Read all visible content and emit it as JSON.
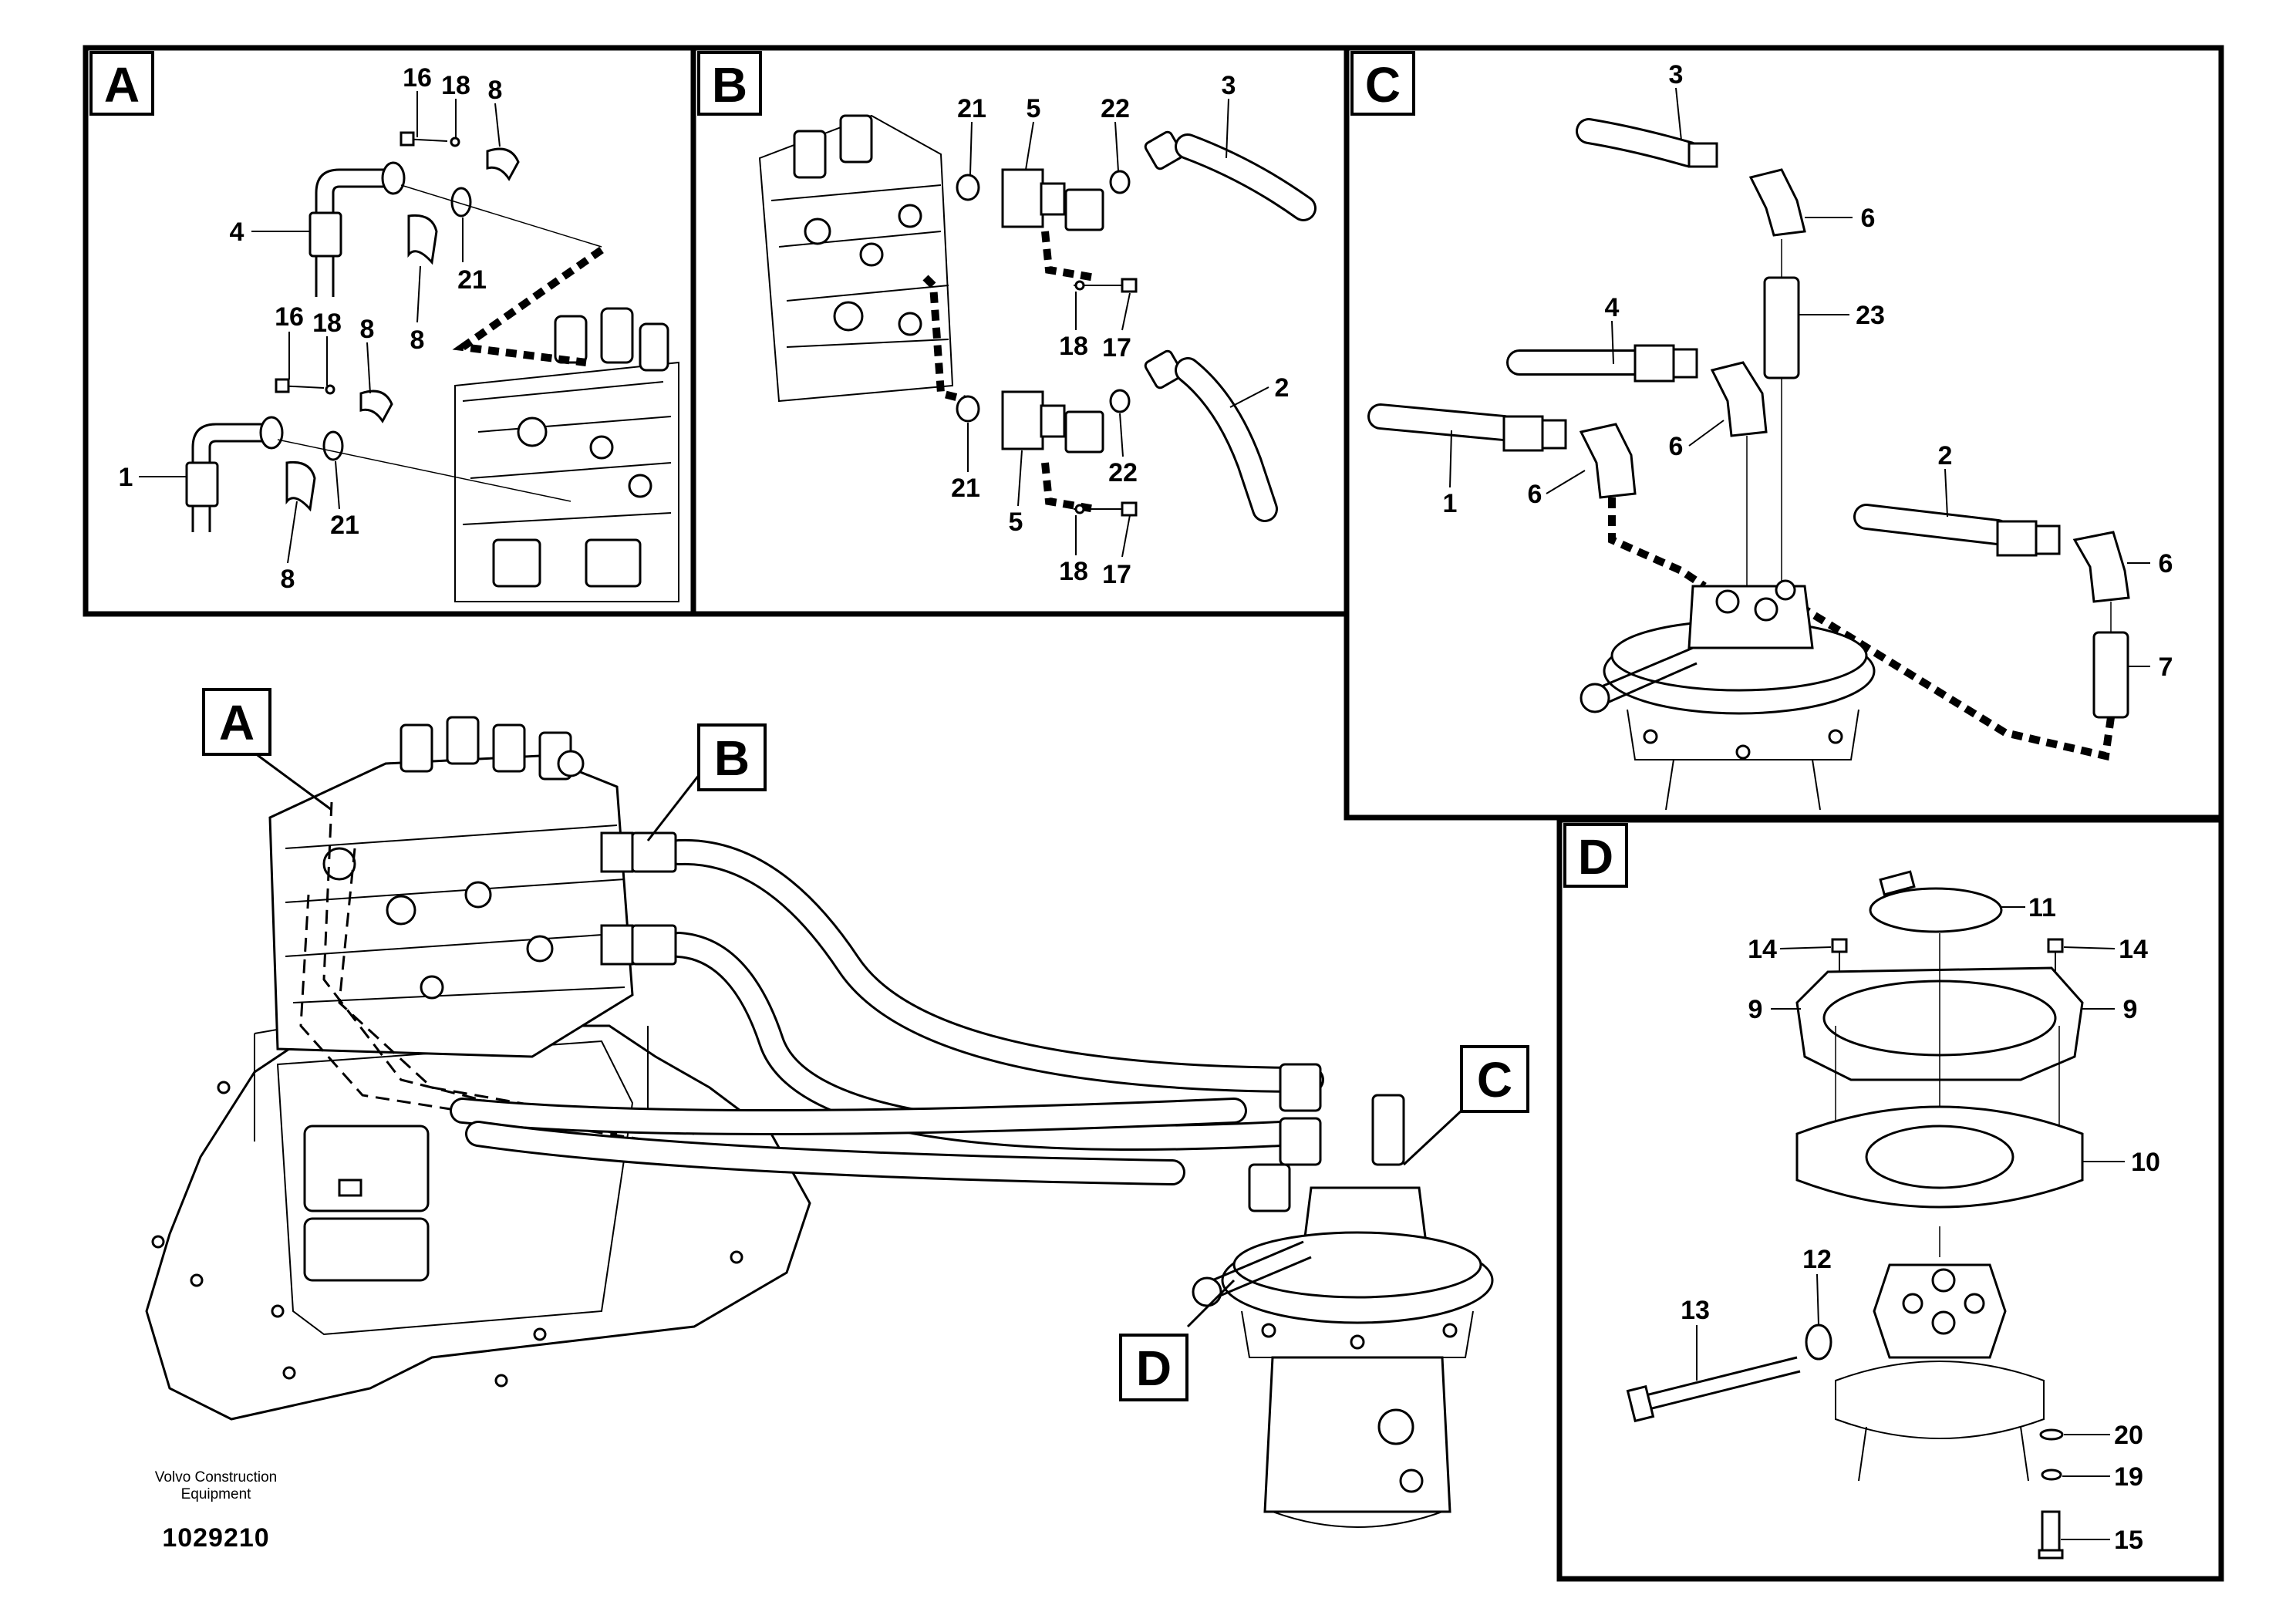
{
  "panels": {
    "A": {
      "tag": "A",
      "callouts": [
        "16",
        "18",
        "8",
        "4",
        "21",
        "8",
        "16",
        "18",
        "8",
        "1",
        "8",
        "21"
      ]
    },
    "B": {
      "tag": "B",
      "callouts": [
        "21",
        "5",
        "22",
        "3",
        "18",
        "17",
        "2",
        "21",
        "5",
        "22",
        "18",
        "17"
      ]
    },
    "C": {
      "tag": "C",
      "callouts": [
        "3",
        "6",
        "23",
        "4",
        "1",
        "6",
        "6",
        "2",
        "6",
        "7"
      ]
    },
    "D": {
      "tag": "D",
      "callouts": [
        "11",
        "14",
        "14",
        "9",
        "9",
        "10",
        "12",
        "13",
        "20",
        "19",
        "15"
      ]
    }
  },
  "main_tags": [
    "A",
    "B",
    "C",
    "D"
  ],
  "footer": {
    "company_line1": "Volvo Construction",
    "company_line2": "Equipment",
    "drawing_number": "1029210"
  }
}
